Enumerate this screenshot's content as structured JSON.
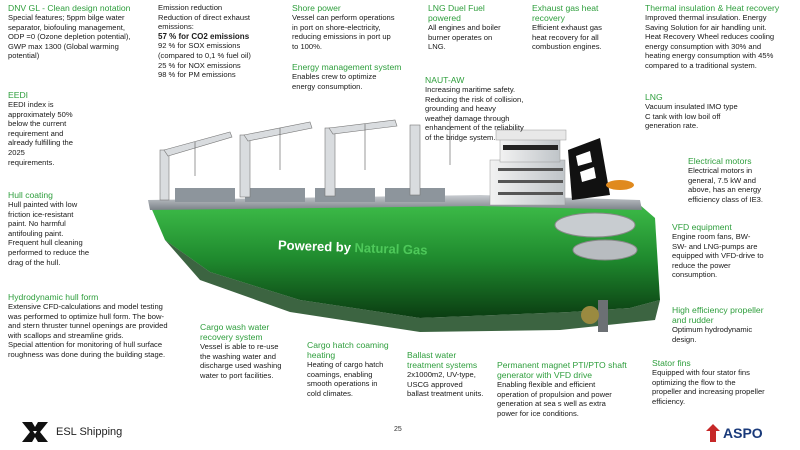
{
  "hull_text": {
    "part1": "Powered by ",
    "part2": "Natural Gas"
  },
  "colors": {
    "heading": "#2e9e3c",
    "hull": "#1f8a2e",
    "hull_dark": "#0b3d12",
    "aspo_red": "#c62828"
  },
  "blocks": {
    "dnv": {
      "title": "DNV GL - Clean design notation",
      "text": "Special features; 5ppm bilge water\nseparator, biofouling management,\nODP =0 (Ozone depletion potential),\nGWP max 1300 (Global warming\npotential)"
    },
    "emission": {
      "title": "Emission reduction",
      "l1": "Reduction of direct exhaust",
      "l2": "emissions:",
      "l3": "57 % for CO2 emissions",
      "l4": "92 % for SOX emissions",
      "l5": "(compared to 0,1 % fuel oil)",
      "l6": "25 % for NOX emissions",
      "l7": "98 % for PM emissions"
    },
    "shore": {
      "title": "Shore power",
      "text": "Vessel can perform operations\nin port on shore-electricity,\nreducing emissions in port up\nto 100%."
    },
    "energy": {
      "title": "Energy management system",
      "text": "Enables crew to optimize\nenergy consumption."
    },
    "lng_fuel": {
      "title": "LNG Duel Fuel\npowered",
      "text": "All engines and boiler\nburner operates on\nLNG."
    },
    "exhaust": {
      "title": "Exhaust gas heat\nrecovery",
      "text": "Efficient exhaust gas\nheat recovery for all\ncombustion engines."
    },
    "thermal": {
      "title": "Thermal insulation & Heat recovery",
      "text": "Improved thermal insulation. Energy\nSaving Solution for air handling unit.\nHeat Recovery Wheel reduces cooling\nenergy consumption with 30% and\nheating energy consumption with 45%\ncompared to a traditional system."
    },
    "eedi": {
      "title": "EEDI",
      "text": "EEDI index is\napproximately 50%\nbelow the current\nrequirement and\nalready fulfilling the\n2025\nrequirements."
    },
    "naut": {
      "title": "NAUT-AW",
      "text": "Increasing maritime safety.\nReducing the risk of collision,\ngrounding and heavy\nweather damage through\nenhancement of the reliability\nof the bridge system."
    },
    "lng": {
      "title": "LNG",
      "text": "Vacuum insulated IMO type\nC tank with low boil off\ngeneration rate."
    },
    "electrical": {
      "title": "Electrical motors",
      "text": "Electrical motors in\ngeneral, 7.5 kW and\nabove, has an energy\nefficiency class of IE3."
    },
    "hull": {
      "title": "Hull coating",
      "text": "Hull painted with low\nfriction ice-resistant\npaint. No harmful\nantifouling paint.\nFrequent hull cleaning\nperformed to reduce the\ndrag of the hull."
    },
    "vfd": {
      "title": "VFD equipment",
      "text": "Engine room fans, BW-\nSW- and LNG-pumps are\nequipped with VFD-drive to\nreduce the power\nconsumption."
    },
    "hydro": {
      "title": "Hydrodynamic hull form",
      "text": "Extensive CFD-calculations and model testing\nwas performed to optimize hull form. The bow-\nand stern thruster tunnel openings are provided\nwith scallops and streamline grids.\nSpecial attention for monitoring of hull surface\nroughness was done during the building stage."
    },
    "propeller": {
      "title": "High efficiency propeller\nand rudder",
      "text": "Optimum hydrodynamic\ndesign."
    },
    "cargo_wash": {
      "title": "Cargo wash water\nrecovery system",
      "text": "Vessel is able to re-use\nthe washing water and\ndischarge used washing\nwater to port facilities."
    },
    "cargo_hatch": {
      "title": "Cargo hatch coaming\nheating",
      "text": "Heating of cargo hatch\ncoamings, enabling\nsmooth operations in\ncold climates."
    },
    "ballast": {
      "title": "Ballast water\ntreatment systems",
      "text": "2x1000m2, UV-type,\nUSCG approved\nballast treatment units."
    },
    "pti": {
      "title": "Permanent magnet PTI/PTO shaft\ngenerator with VFD drive",
      "text": "Enabling flexible and efficient\noperation of propulsion and power\ngeneration at sea s well as extra\npower for ice conditions."
    },
    "stator": {
      "title": "Stator fins",
      "text": "Equipped with four stator fins\noptimizing the flow to the\npropeller and increasing propeller\nefficiency."
    }
  },
  "footer": {
    "left_logo": "ESL Shipping",
    "page_number": "25",
    "right_logo": "ASPO"
  }
}
